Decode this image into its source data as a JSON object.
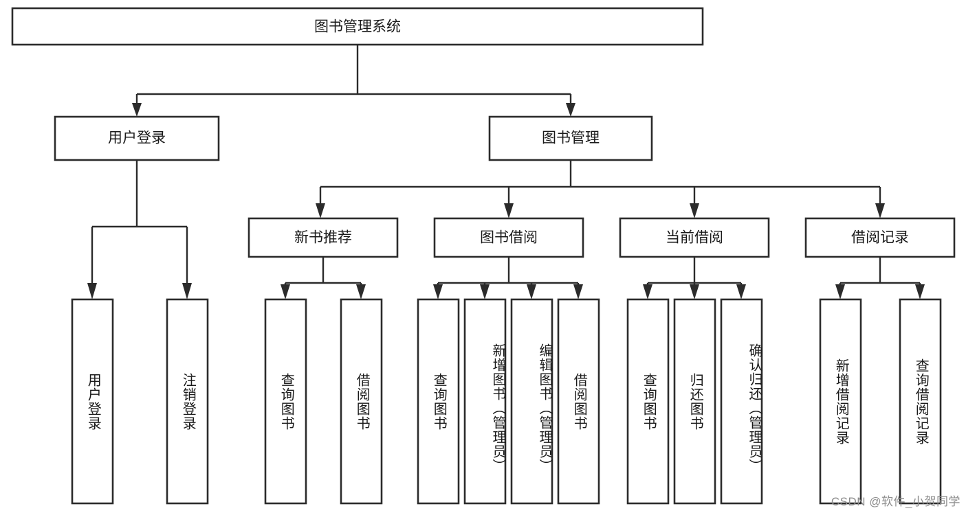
{
  "diagram": {
    "type": "tree",
    "title_node": {
      "id": "root",
      "label": "图书管理系统"
    },
    "level2": [
      {
        "id": "user-login",
        "label": "用户登录"
      },
      {
        "id": "book-manage",
        "label": "图书管理"
      }
    ],
    "level3": [
      {
        "id": "new-book-rec",
        "label": "新书推荐",
        "parent": "book-manage"
      },
      {
        "id": "book-borrow",
        "label": "图书借阅",
        "parent": "book-manage"
      },
      {
        "id": "current-borrow",
        "label": "当前借阅",
        "parent": "book-manage"
      },
      {
        "id": "borrow-record",
        "label": "借阅记录",
        "parent": "book-manage"
      }
    ],
    "leaves": [
      {
        "id": "leaf-1",
        "label": "用户登录",
        "parent": "user-login"
      },
      {
        "id": "leaf-2",
        "label": "注销登录",
        "parent": "user-login"
      },
      {
        "id": "leaf-3",
        "label": "查询图书",
        "parent": "new-book-rec"
      },
      {
        "id": "leaf-4",
        "label": "借阅图书",
        "parent": "new-book-rec"
      },
      {
        "id": "leaf-5",
        "label": "查询图书",
        "parent": "book-borrow"
      },
      {
        "id": "leaf-6",
        "label": "新增图书（管理员）",
        "parent": "book-borrow"
      },
      {
        "id": "leaf-7",
        "label": "编辑图书（管理员）",
        "parent": "book-borrow"
      },
      {
        "id": "leaf-8",
        "label": "借阅图书",
        "parent": "book-borrow"
      },
      {
        "id": "leaf-9",
        "label": "查询图书",
        "parent": "current-borrow"
      },
      {
        "id": "leaf-10",
        "label": "归还图书",
        "parent": "current-borrow"
      },
      {
        "id": "leaf-11",
        "label": "确认归还（管理员）",
        "parent": "current-borrow"
      },
      {
        "id": "leaf-12",
        "label": "新增借阅记录",
        "parent": "borrow-record"
      },
      {
        "id": "leaf-13",
        "label": "查询借阅记录",
        "parent": "borrow-record"
      }
    ]
  },
  "watermark": {
    "text": "CSDN @软件_小贺同学"
  },
  "colors": {
    "box_stroke": "#2b2b2b",
    "box_fill": "#ffffff",
    "text": "#1a1a1a",
    "connector": "#2b2b2b",
    "watermark": "#8d8d8d",
    "background": "#ffffff"
  }
}
